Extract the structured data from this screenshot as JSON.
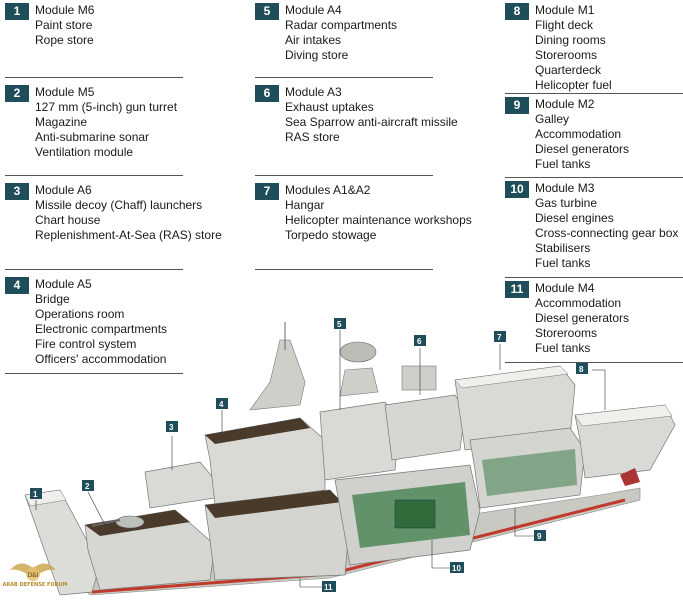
{
  "modules": [
    {
      "num": "1",
      "lines": [
        "Module M6",
        "Paint store",
        "Rope store"
      ]
    },
    {
      "num": "2",
      "lines": [
        "Module M5",
        "127 mm (5-inch) gun turret",
        "Magazine",
        "Anti-submarine sonar",
        "Ventilation module"
      ]
    },
    {
      "num": "3",
      "lines": [
        "Module A6",
        "Missile decoy (Chaff) launchers",
        "Chart house",
        "Replenishment-At-Sea (RAS) store"
      ]
    },
    {
      "num": "4",
      "lines": [
        "Module A5",
        "Bridge",
        "Operations room",
        "Electronic compartments",
        "Fire control system",
        "Officers' accommodation"
      ]
    },
    {
      "num": "5",
      "lines": [
        "Module A4",
        "Radar compartments",
        "Air intakes",
        "Diving store"
      ]
    },
    {
      "num": "6",
      "lines": [
        "Module A3",
        "Exhaust uptakes",
        "Sea Sparrow anti-aircraft missile",
        "RAS store"
      ]
    },
    {
      "num": "7",
      "lines": [
        "Modules A1&A2",
        "Hangar",
        "Helicopter maintenance workshops",
        "Torpedo stowage"
      ]
    },
    {
      "num": "8",
      "lines": [
        "Module M1",
        "Flight deck",
        "Dining rooms",
        "Storerooms",
        "Quarterdeck",
        "Helicopter fuel"
      ]
    },
    {
      "num": "9",
      "lines": [
        "Module M2",
        "Galley",
        "Accommodation",
        "Diesel generators",
        "Fuel tanks"
      ]
    },
    {
      "num": "10",
      "lines": [
        "Module M3",
        "Gas turbine",
        "Diesel engines",
        "Cross-connecting gear box",
        "Stabilisers",
        "Fuel tanks"
      ]
    },
    {
      "num": "11",
      "lines": [
        "Module M4",
        "Accommodation",
        "Diesel generators",
        "Storerooms",
        "Fuel tanks"
      ]
    }
  ],
  "callouts": [
    "1",
    "2",
    "3",
    "4",
    "5",
    "6",
    "7",
    "8",
    "9",
    "10",
    "11"
  ],
  "watermark": {
    "abbr": "D&I",
    "text": "ARAB DEFENSE FORUM"
  },
  "colors": {
    "badge": "#1f4e5a",
    "hull": "#d9d9d6",
    "deck": "#4a3a2c",
    "interior": "#3e7d4a",
    "waterline": "#c0392b"
  }
}
